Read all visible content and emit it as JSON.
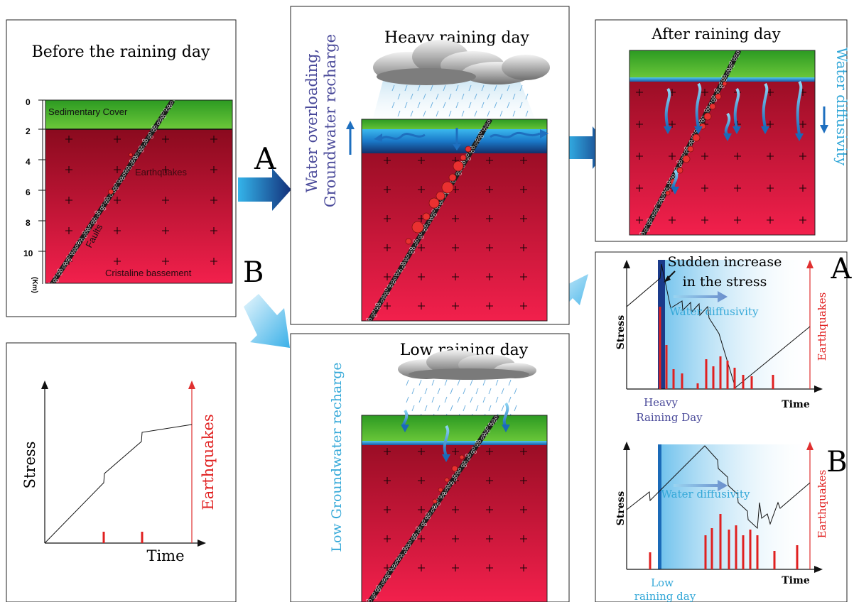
{
  "panel_before": {
    "title": "Before the raining day",
    "depth_ticks": [
      "0",
      "2",
      "4",
      "6",
      "8",
      "10"
    ],
    "depth_unit": "(Km)",
    "sedimentary_label": "Sedimentary Cover",
    "earthquakes_label": "Earthquakes",
    "faults_label": "Faults",
    "basement_label": "Cristaline bassement"
  },
  "path_labels": {
    "a": "A",
    "b": "B"
  },
  "panel_heavy": {
    "title": "Heavy raining  day",
    "side_label_1": "Water overloading,",
    "side_label_2": "Groundwater recharge"
  },
  "panel_after": {
    "title": "After raining day",
    "side_label": "Water diffusivity"
  },
  "panel_low": {
    "title": "Low raining day",
    "side_label": "Low Groundwater recharge"
  },
  "graph_base": {
    "y_label": "Stress",
    "x_label": "Time",
    "right_label": "Earthquakes"
  },
  "graph_a": {
    "tag": "A",
    "y_label": "Stress",
    "x_label": "Time",
    "right_label": "Earthquakes",
    "callout_1": "Sudden increase",
    "callout_2": "in the stress",
    "diffusivity_label": "Water diffusivity",
    "event_label_1": "Heavy",
    "event_label_2": "Raining Day"
  },
  "graph_b": {
    "tag": "B",
    "y_label": "Stress",
    "x_label": "Time",
    "right_label": "Earthquakes",
    "diffusivity_label": "Water diffusivity",
    "event_label_1": "Low",
    "event_label_2": "raining day"
  },
  "colors": {
    "crust_top": "#8a0a1e",
    "crust_bottom": "#f0204e",
    "sediment": "#3aa62a",
    "water": "#2a9ad8",
    "arrow_blue": "#1c4f9a",
    "quake_red": "#e02020",
    "label_purple": "#4a4a9a",
    "label_cyan": "#34a8d8"
  }
}
